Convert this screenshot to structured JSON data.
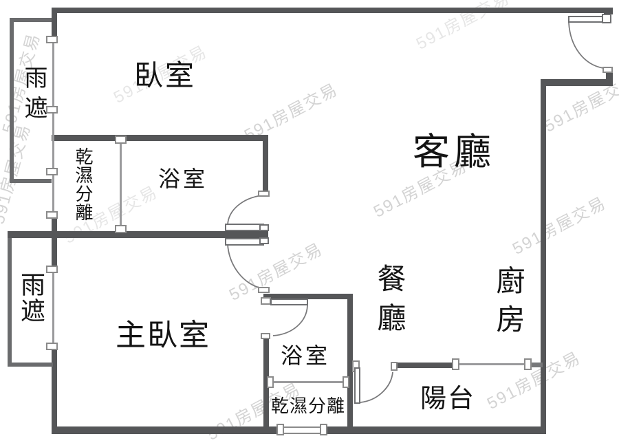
{
  "watermark": {
    "text": "591房屋交易"
  },
  "labels": {
    "bedroom": "臥室",
    "living_room": "客廳",
    "master_bedroom": "主臥室",
    "bathroom_upper": "浴室",
    "bathroom_lower": "浴室",
    "dry_wet_separation_upper": "乾濕分離",
    "dry_wet_separation_lower": "乾濕分離",
    "dining_room": "餐廳",
    "kitchen": "廚房",
    "balcony": "陽台",
    "rain_shield_upper": "雨遮",
    "rain_shield_lower": "雨遮"
  },
  "colors": {
    "wall": "#555658",
    "rain_shield_wall": "#6a6b6d",
    "thin_line": "#9a9a9c",
    "cap_border": "#8a8a8a",
    "label_text": "#141414",
    "watermark": "#c9c9c9"
  }
}
